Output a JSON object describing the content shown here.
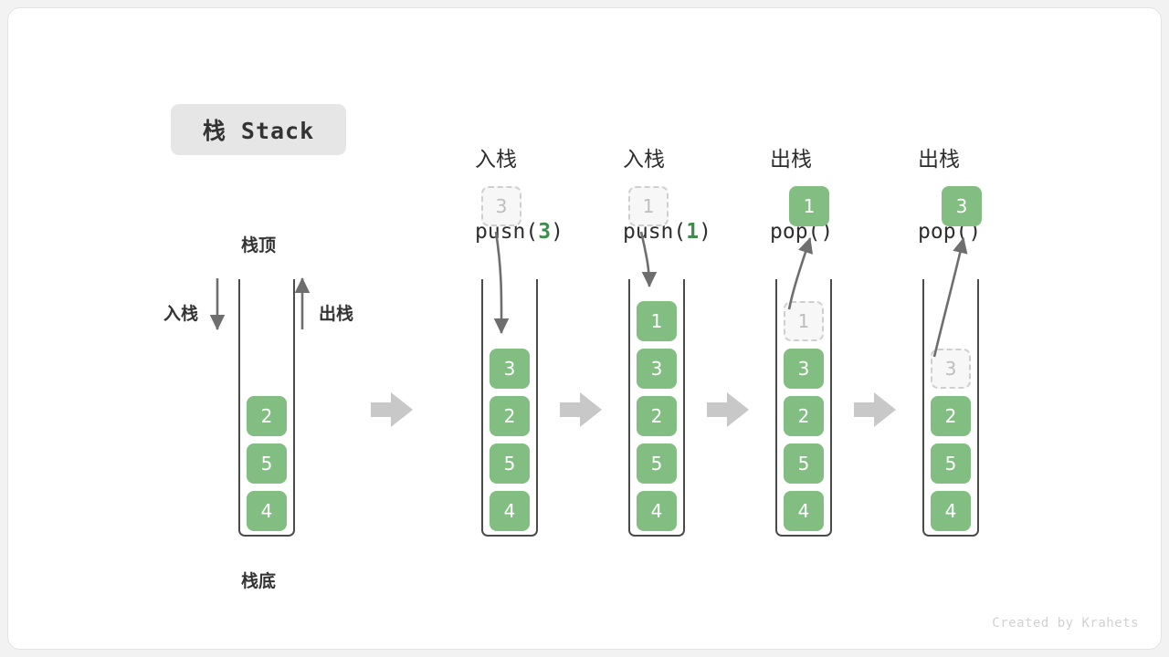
{
  "title": {
    "text": "栈 Stack"
  },
  "labels": {
    "top": "栈顶",
    "bottom": "栈底",
    "push_side": "入栈",
    "pop_side": "出栈"
  },
  "watermark": "Created by Krahets",
  "colors": {
    "element_green": "#82bd82",
    "accent_green": "#3f8c4c",
    "ghost_fill": "#f7f7f7",
    "ghost_border": "#cfcfcf",
    "ghost_text": "#bdbdbd",
    "container_stroke": "#4b4b4b",
    "arrow_gray": "#6e6e6e",
    "block_arrow_gray": "#c8c8c8",
    "badge_bg": "#e6e6e6",
    "text_dark": "#2e2e2e",
    "card_bg": "#ffffff",
    "page_bg": "#f2f2f2"
  },
  "columns": [
    {
      "id": "initial",
      "header_cn": "",
      "header_code": "",
      "header_arg": "",
      "stack": [
        "2",
        "5",
        "4"
      ],
      "ghost_in_stack": null,
      "floating": null,
      "floating_style": null,
      "arrow": null
    },
    {
      "id": "push-3",
      "header_cn": "入栈",
      "header_code_pre": "push(",
      "header_arg": "3",
      "header_code_post": ")",
      "stack": [
        "3",
        "2",
        "5",
        "4"
      ],
      "ghost_in_stack": null,
      "floating": "3",
      "floating_style": "ghost",
      "arrow": "down"
    },
    {
      "id": "push-1",
      "header_cn": "入栈",
      "header_code_pre": "push(",
      "header_arg": "1",
      "header_code_post": ")",
      "stack": [
        "1",
        "3",
        "2",
        "5",
        "4"
      ],
      "ghost_in_stack": null,
      "floating": "1",
      "floating_style": "ghost",
      "arrow": "down"
    },
    {
      "id": "pop-1",
      "header_cn": "出栈",
      "header_code_pre": "pop(",
      "header_arg": "",
      "header_code_post": ")",
      "stack": [
        "3",
        "2",
        "5",
        "4"
      ],
      "ghost_in_stack": "1",
      "floating": "1",
      "floating_style": "solid",
      "arrow": "up"
    },
    {
      "id": "pop-2",
      "header_cn": "出栈",
      "header_code_pre": "pop(",
      "header_arg": "",
      "header_code_post": ")",
      "stack": [
        "2",
        "5",
        "4"
      ],
      "ghost_in_stack": "3",
      "floating": "3",
      "floating_style": "solid",
      "arrow": "up"
    }
  ],
  "step_separators": 4
}
